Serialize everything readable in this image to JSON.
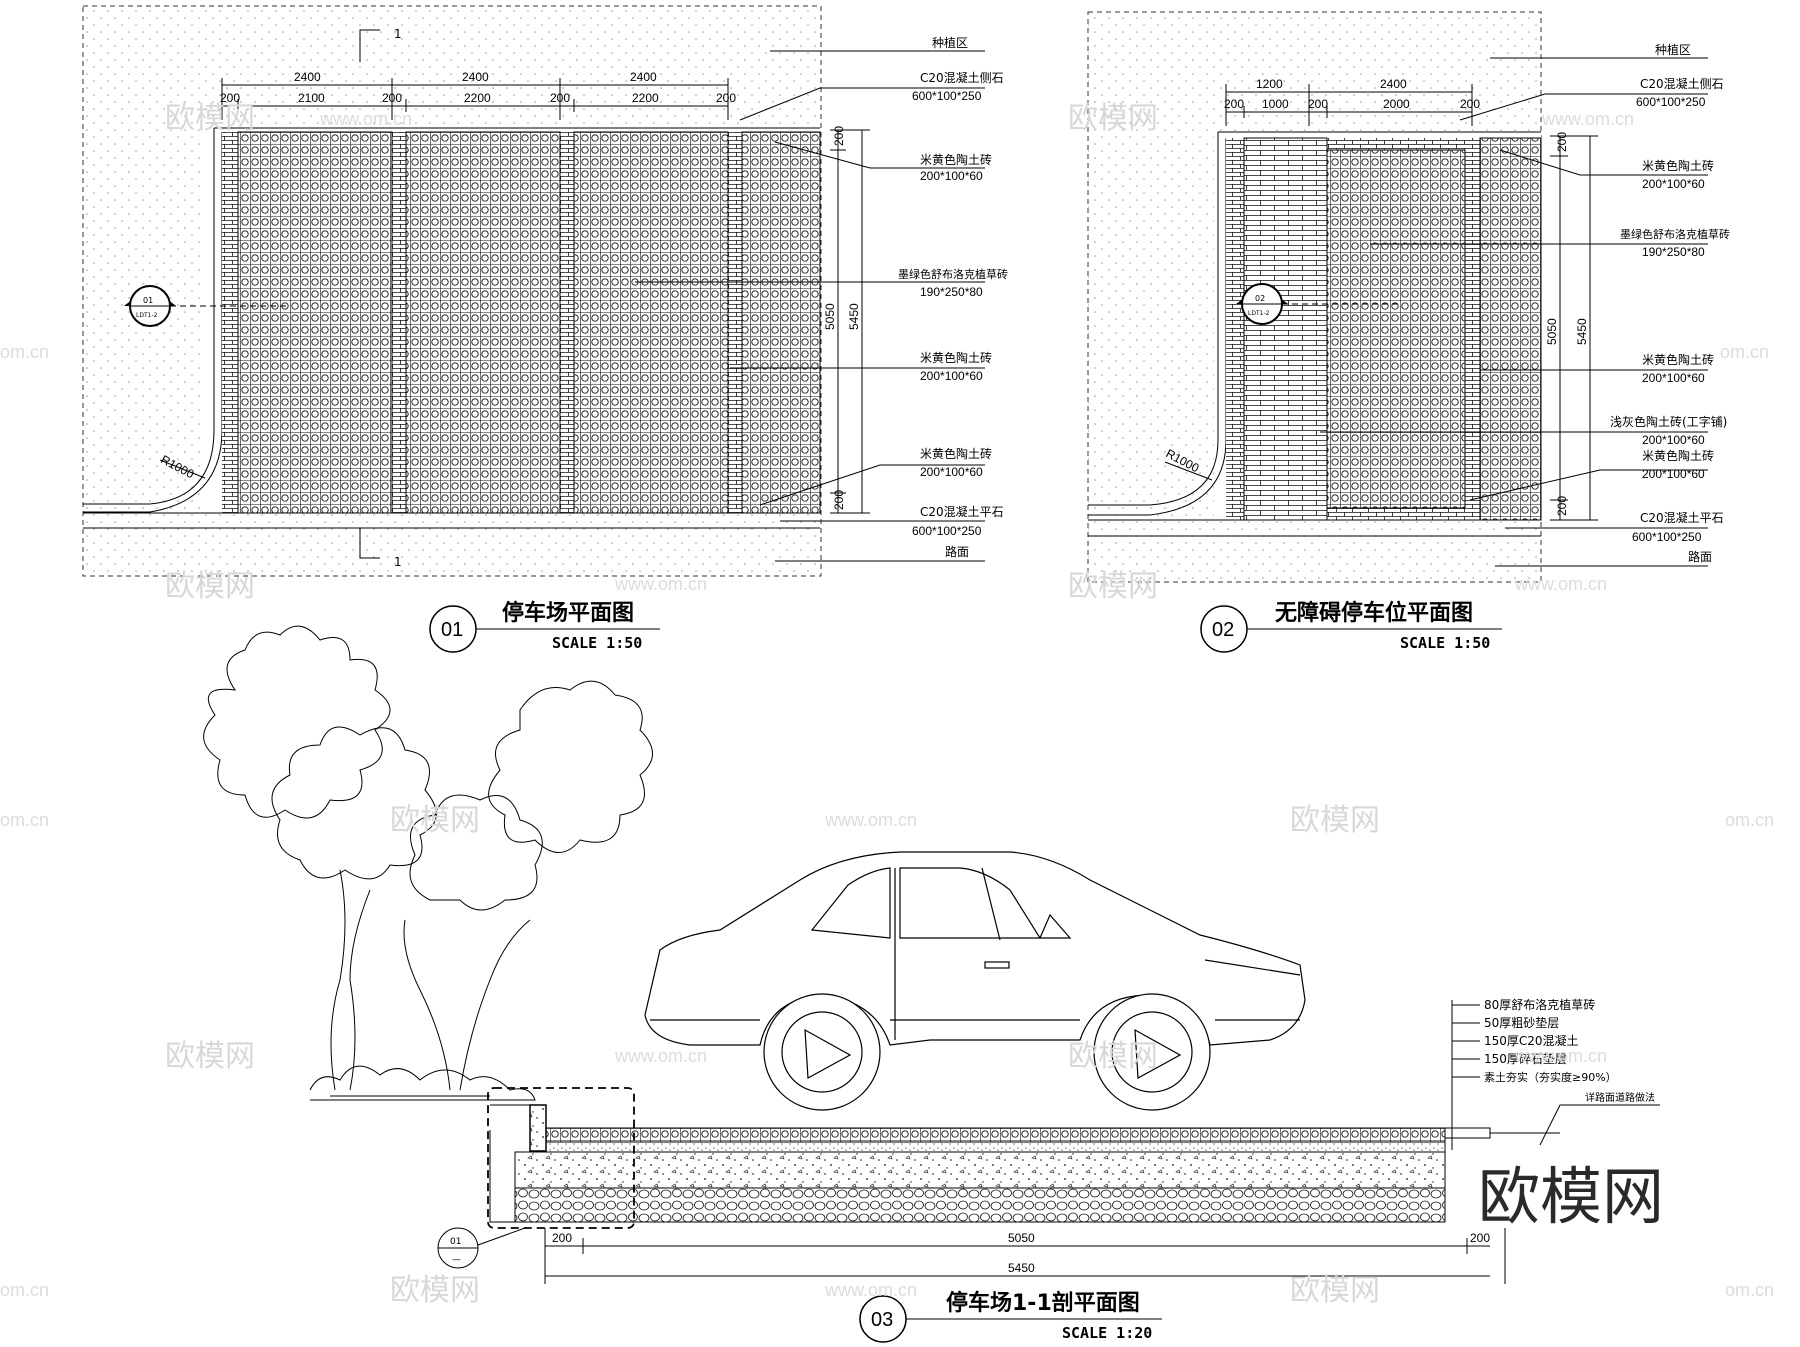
{
  "plan1": {
    "title": "停车场平面图",
    "number": "01",
    "scale": "SCALE 1:50",
    "section_mark": "1",
    "radius": "R1000",
    "top_dims": [
      "2400",
      "2400",
      "2400"
    ],
    "sub_dims": [
      "200",
      "2100",
      "200",
      "2200",
      "200",
      "2200",
      "200"
    ],
    "side_dims": [
      "200",
      "5050",
      "5450",
      "200"
    ],
    "ref_number": "01",
    "ref_sheet": "LDT1-2",
    "labels": [
      {
        "name": "种植区",
        "spec": ""
      },
      {
        "name": "C20混凝土侧石",
        "spec": "600*100*250"
      },
      {
        "name": "米黄色陶土砖",
        "spec": "200*100*60"
      },
      {
        "name": "墨绿色舒布洛克植草砖",
        "spec": "190*250*80"
      },
      {
        "name": "米黄色陶土砖",
        "spec": "200*100*60"
      },
      {
        "name": "米黄色陶土砖",
        "spec": "200*100*60"
      },
      {
        "name": "C20混凝土平石",
        "spec": "600*100*250"
      },
      {
        "name": "路面",
        "spec": ""
      }
    ]
  },
  "plan2": {
    "title": "无障碍停车位平面图",
    "number": "02",
    "scale": "SCALE 1:50",
    "radius": "R1000",
    "top_dims": [
      "1200",
      "2400"
    ],
    "sub_dims": [
      "200",
      "1000",
      "200",
      "2000",
      "200"
    ],
    "side_dims": [
      "200",
      "5050",
      "5450",
      "200"
    ],
    "ref_number": "02",
    "ref_sheet": "LDT1-2",
    "labels": [
      {
        "name": "种植区",
        "spec": ""
      },
      {
        "name": "C20混凝土侧石",
        "spec": "600*100*250"
      },
      {
        "name": "米黄色陶土砖",
        "spec": "200*100*60"
      },
      {
        "name": "墨绿色舒布洛克植草砖",
        "spec": "190*250*80"
      },
      {
        "name": "米黄色陶土砖",
        "spec": "200*100*60"
      },
      {
        "name": "浅灰色陶土砖(工字铺)",
        "spec": "200*100*60"
      },
      {
        "name": "米黄色陶土砖",
        "spec": "200*100*60"
      },
      {
        "name": "C20混凝土平石",
        "spec": "600*100*250"
      },
      {
        "name": "路面",
        "spec": ""
      }
    ]
  },
  "section": {
    "title": "停车场1-1剖平面图",
    "number": "03",
    "scale": "SCALE 1:20",
    "layers": [
      "80厚舒布洛克植草砖",
      "50厚粗砂垫层",
      "150厚C20混凝土",
      "150厚碎石垫层",
      "素土夯实（夯实度≥90%）"
    ],
    "road_note": "详路面道路做法",
    "dims_small": [
      "200",
      "5050",
      "200"
    ],
    "dim_total": "5450",
    "detail_ref": "01",
    "detail_sub": "—"
  },
  "watermark": {
    "text": "欧模网",
    "url": "www.om.cn",
    "short": "om.cn"
  }
}
